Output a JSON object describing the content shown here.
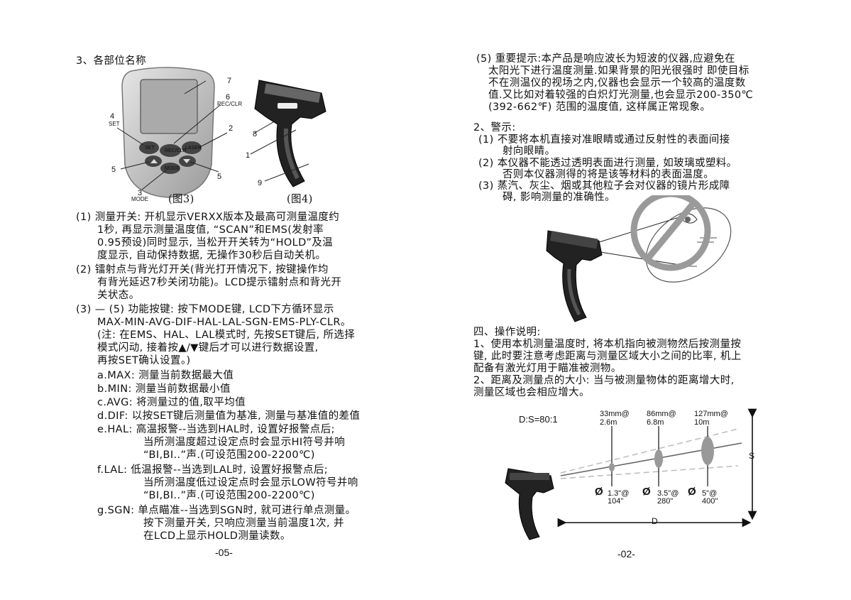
{
  "left": {
    "section_title": "3、各部位名称",
    "fig3": {
      "caption": "(图3)",
      "labels": {
        "n7": "7",
        "n6": "6",
        "rec_clr": "REC/CLR",
        "n4": "4",
        "set": "SET",
        "n2": "2",
        "n5a": "5",
        "n5b": "5",
        "n3": "3",
        "mode": "MODE"
      },
      "button_labels": {
        "set": "SET",
        "rec": "REC/CLR",
        "laser": "LASER",
        "mode": "MODE"
      }
    },
    "fig4": {
      "caption": "(图4)",
      "labels": {
        "n8": "8",
        "n1": "1",
        "n9": "9"
      }
    },
    "lines": [
      "(1) 测量开关: 开机显示VERXX版本及最高可测量温度约",
      "1秒, 再显示测量温度值, “SCAN”和EMS(发射率",
      "0.95预设)同时显示, 当松开开关转为“HOLD”及温",
      "度显示, 自动保持数据, 无操作30秒后自动关机。",
      "(2) 镭射点与背光灯开关(背光打开情况下, 按键操作均",
      "有背光延迟7秒关闭功能)。LCD提示镭射点和背光开",
      "关状态。",
      "(3) — (5) 功能按键: 按下MODE键, LCD下方循环显示",
      "MAX-MIN-AVG-DIF-HAL-LAL-SGN-EMS-PLY-CLR。",
      "(注: 在EMS、HAL、LAL模式时, 先按SET键后, 所选择",
      "模式闪动, 接着按▲/▼键后才可以进行数据设置,",
      "再按SET确认设置。)",
      "a.MAX: 测量当前数据最大值",
      "b.MIN: 测量当前数据最小值",
      "c.AVG: 将测量过的值,取平均值",
      "d.DIF: 以按SET键后测量值为基准, 测量与基准值的差值",
      "e.HAL: 高温报警--当选到HAL时, 设置好报警点后;",
      "当所测温度超过设定点时会显示HI符号并响",
      "“BI,BI..”声.(可设范围200-2200℃)",
      "f.LAL: 低温报警--当选到LAL时, 设置好报警点后;",
      "当所测温度低过设定点时会显示LOW符号并响",
      "“BI,BI..”声.(可设范围200-2200℃)",
      "g.SGN: 单点瞄准--当选到SGN时, 就可进行单点测量。",
      "按下测量开关, 只响应测量当前温度1次, 并",
      "在LCD上显示HOLD测量读数。"
    ],
    "page_number": "-05-"
  },
  "right": {
    "lines": [
      "(5) 重要提示:本产品是响应波长为短波的仪器,应避免在",
      "太阳光下进行温度测量.如果背景的阳光很强时 即使目标",
      "不在测温仪的视场之内,仪器也会显示一个较高的温度数",
      "值.又比如对着较强的白炽灯光测量,也会显示200-350℃",
      "(392-662℉) 范围的温度值, 这样属正常现象。",
      "2、警示:",
      "(1) 不要将本机直接对准眼睛或通过反射性的表面间接",
      "射向眼睛。",
      "(2) 本仪器不能透过透明表面进行测量, 如玻璃或塑料。",
      "否则本仪器测得的将是该等材料的表面温度。",
      "(3) 蒸汽、灰尘、烟或其他粒子会对仪器的镜片形成障",
      "碍, 影响测量的准确性。",
      "四、操作说明:",
      "1、使用本机测量温度时, 将本机指向被测物然后按测量按",
      "键, 此时要注意考虑距离与测量区域大小之间的比率, 机上",
      "配备有激光灯用于瞄准被测物。",
      "2、距离及测量点的大小: 当与被测量物体的距离增大时,",
      "测量区域也会相应增大。"
    ],
    "ds_diagram": {
      "ratio": "D:S=80:1",
      "top_labels": [
        [
          "33mm@",
          "2.6m"
        ],
        [
          "86mm@",
          "6.8m"
        ],
        [
          "127mm@",
          "10m"
        ]
      ],
      "bottom_labels": [
        [
          "Ø",
          "1.3\"@",
          "104\""
        ],
        [
          "Ø",
          "3.5\"@",
          "280\""
        ],
        [
          "Ø",
          "5\"@",
          "400\""
        ]
      ],
      "s_label": "S",
      "d_label": "D"
    },
    "page_number": "-02-"
  }
}
